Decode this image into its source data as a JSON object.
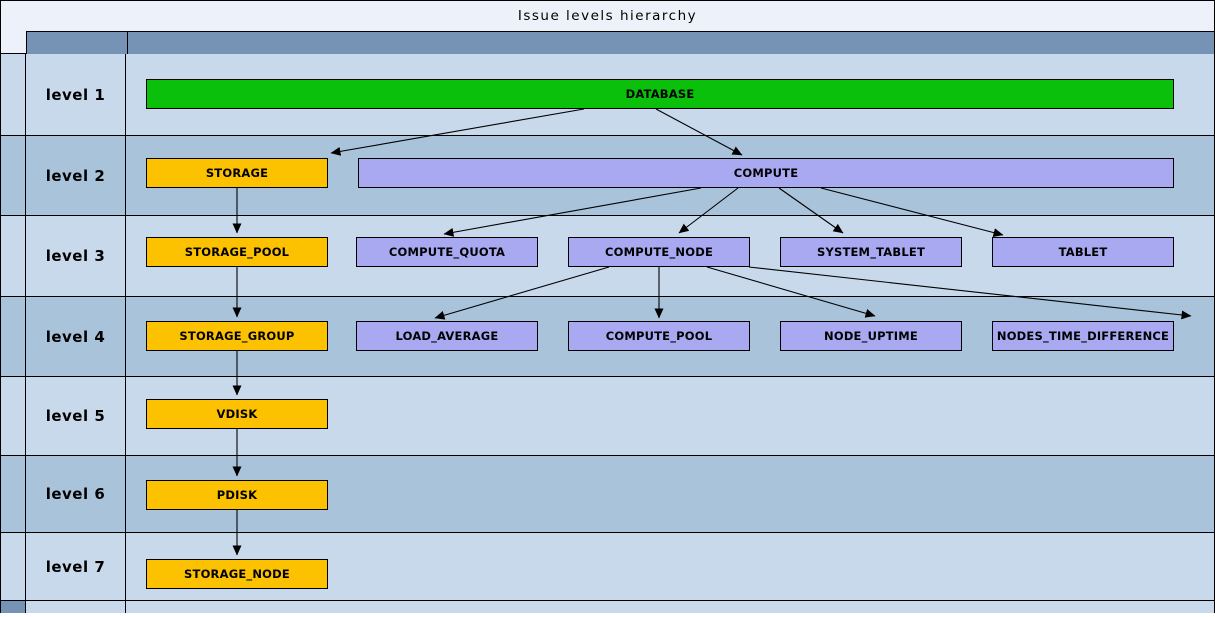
{
  "title": "Issue levels hierarchy",
  "colors": {
    "title_bg": "#edf2fa",
    "header_strip": "#7692b4",
    "row_light": "#c9d9ec",
    "row_dark": "#a9c3da",
    "node_green": "#0ac00a",
    "node_gold": "#fcc200",
    "node_purple": "#a9a9f2",
    "border": "#000000"
  },
  "levels": [
    {
      "label": "level 1",
      "nodes": [
        {
          "id": "DATABASE",
          "label": "DATABASE",
          "color": "green"
        }
      ]
    },
    {
      "label": "level 2",
      "nodes": [
        {
          "id": "STORAGE",
          "label": "STORAGE",
          "color": "gold"
        },
        {
          "id": "COMPUTE",
          "label": "COMPUTE",
          "color": "purple"
        }
      ]
    },
    {
      "label": "level 3",
      "nodes": [
        {
          "id": "STORAGE_POOL",
          "label": "STORAGE_POOL",
          "color": "gold"
        },
        {
          "id": "COMPUTE_QUOTA",
          "label": "COMPUTE_QUOTA",
          "color": "purple"
        },
        {
          "id": "COMPUTE_NODE",
          "label": "COMPUTE_NODE",
          "color": "purple"
        },
        {
          "id": "SYSTEM_TABLET",
          "label": "SYSTEM_TABLET",
          "color": "purple"
        },
        {
          "id": "TABLET",
          "label": "TABLET",
          "color": "purple"
        }
      ]
    },
    {
      "label": "level 4",
      "nodes": [
        {
          "id": "STORAGE_GROUP",
          "label": "STORAGE_GROUP",
          "color": "gold"
        },
        {
          "id": "LOAD_AVERAGE",
          "label": "LOAD_AVERAGE",
          "color": "purple"
        },
        {
          "id": "COMPUTE_POOL",
          "label": "COMPUTE_POOL",
          "color": "purple"
        },
        {
          "id": "NODE_UPTIME",
          "label": "NODE_UPTIME",
          "color": "purple"
        },
        {
          "id": "NODES_TIME_DIFFERENCE",
          "label": "NODES_TIME_DIFFERENCE",
          "color": "purple"
        }
      ]
    },
    {
      "label": "level 5",
      "nodes": [
        {
          "id": "VDISK",
          "label": "VDISK",
          "color": "gold"
        }
      ]
    },
    {
      "label": "level 6",
      "nodes": [
        {
          "id": "PDISK",
          "label": "PDISK",
          "color": "gold"
        }
      ]
    },
    {
      "label": "level 7",
      "nodes": [
        {
          "id": "STORAGE_NODE",
          "label": "STORAGE_NODE",
          "color": "gold"
        }
      ]
    }
  ],
  "edges": [
    {
      "from": "DATABASE",
      "to": "STORAGE"
    },
    {
      "from": "DATABASE",
      "to": "COMPUTE"
    },
    {
      "from": "STORAGE",
      "to": "STORAGE_POOL"
    },
    {
      "from": "COMPUTE",
      "to": "COMPUTE_QUOTA"
    },
    {
      "from": "COMPUTE",
      "to": "COMPUTE_NODE"
    },
    {
      "from": "COMPUTE",
      "to": "SYSTEM_TABLET"
    },
    {
      "from": "COMPUTE",
      "to": "TABLET"
    },
    {
      "from": "COMPUTE_NODE",
      "to": "LOAD_AVERAGE"
    },
    {
      "from": "COMPUTE_NODE",
      "to": "COMPUTE_POOL"
    },
    {
      "from": "COMPUTE_NODE",
      "to": "NODE_UPTIME"
    },
    {
      "from": "COMPUTE_NODE",
      "to": "NODES_TIME_DIFFERENCE"
    },
    {
      "from": "STORAGE_POOL",
      "to": "STORAGE_GROUP"
    },
    {
      "from": "STORAGE_GROUP",
      "to": "VDISK"
    },
    {
      "from": "VDISK",
      "to": "PDISK"
    },
    {
      "from": "PDISK",
      "to": "STORAGE_NODE"
    }
  ]
}
